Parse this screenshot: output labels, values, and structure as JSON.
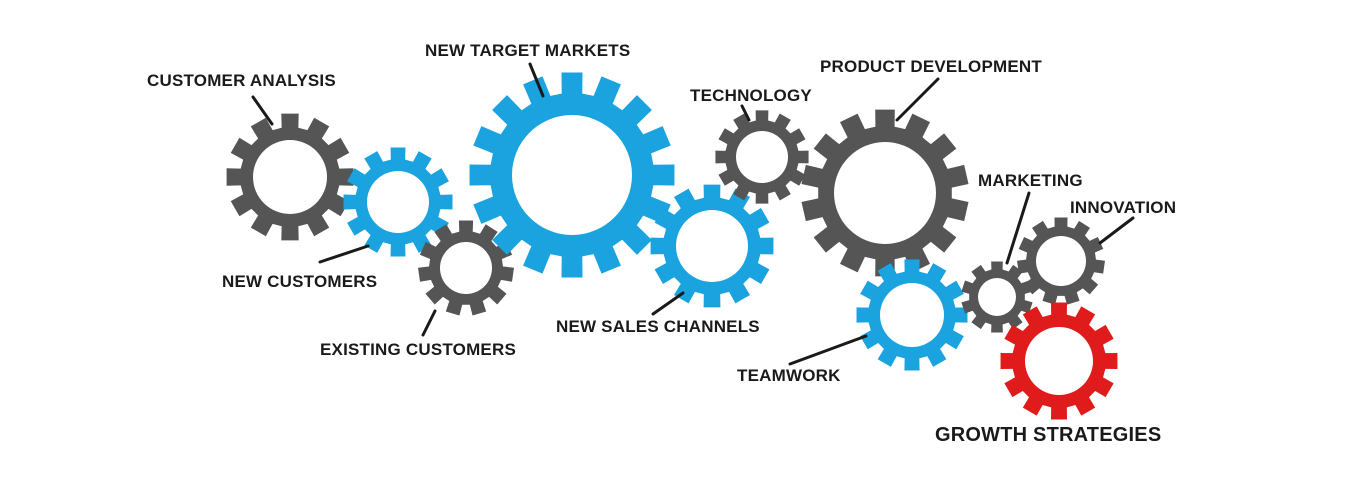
{
  "colors": {
    "gray": "#555555",
    "blue": "#1ba3e0",
    "red": "#e01b1b",
    "text": "#1a1a1a",
    "background": "#ffffff"
  },
  "labels": {
    "customer_analysis": "CUSTOMER ANALYSIS",
    "new_target_markets": "NEW TARGET MARKETS",
    "technology": "TECHNOLOGY",
    "product_development": "PRODUCT DEVELOPMENT",
    "marketing": "MARKETING",
    "innovation": "INNOVATION",
    "new_customers": "NEW CUSTOMERS",
    "existing_customers": "EXISTING CUSTOMERS",
    "new_sales_channels": "NEW SALES CHANNELS",
    "teamwork": "TEAMWORK",
    "growth_strategies": "GROWTH STRATEGIES"
  },
  "gears": [
    {
      "id": "customer-analysis",
      "color": "gray"
    },
    {
      "id": "new-customers",
      "color": "blue"
    },
    {
      "id": "existing-customers",
      "color": "gray"
    },
    {
      "id": "new-target-markets",
      "color": "blue"
    },
    {
      "id": "new-sales-channels",
      "color": "blue"
    },
    {
      "id": "technology",
      "color": "gray"
    },
    {
      "id": "product-development",
      "color": "gray"
    },
    {
      "id": "teamwork",
      "color": "blue"
    },
    {
      "id": "marketing",
      "color": "gray"
    },
    {
      "id": "innovation",
      "color": "gray"
    },
    {
      "id": "growth-strategies",
      "color": "red"
    }
  ]
}
